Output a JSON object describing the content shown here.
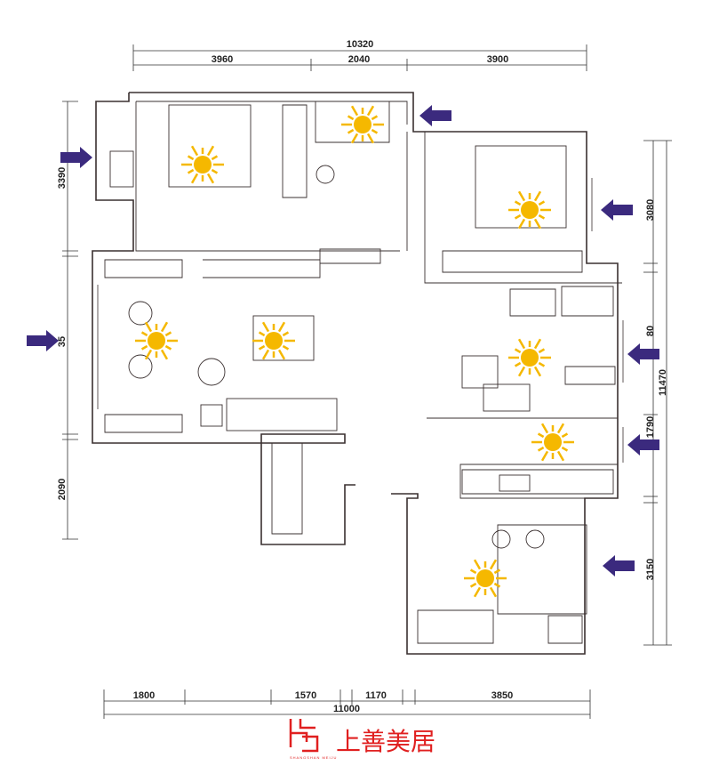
{
  "dimensions": {
    "top_total": "10320",
    "top": [
      "3960",
      "2040",
      "3900"
    ],
    "left": [
      "3390",
      "35",
      "2090"
    ],
    "right": [
      "3080",
      "80",
      "1790",
      "3150"
    ],
    "right_total": "11470",
    "bottom": [
      "1800",
      "1570",
      "1170",
      "3850"
    ],
    "bottom_total": "11000"
  },
  "colors": {
    "sun": "#f5b800",
    "arrow": "#3b2a7e",
    "logo": "#e02020",
    "wall": "#3a3030"
  },
  "logo": {
    "name": "上善美居",
    "sub": "SHANGSHAN MEIJU"
  }
}
